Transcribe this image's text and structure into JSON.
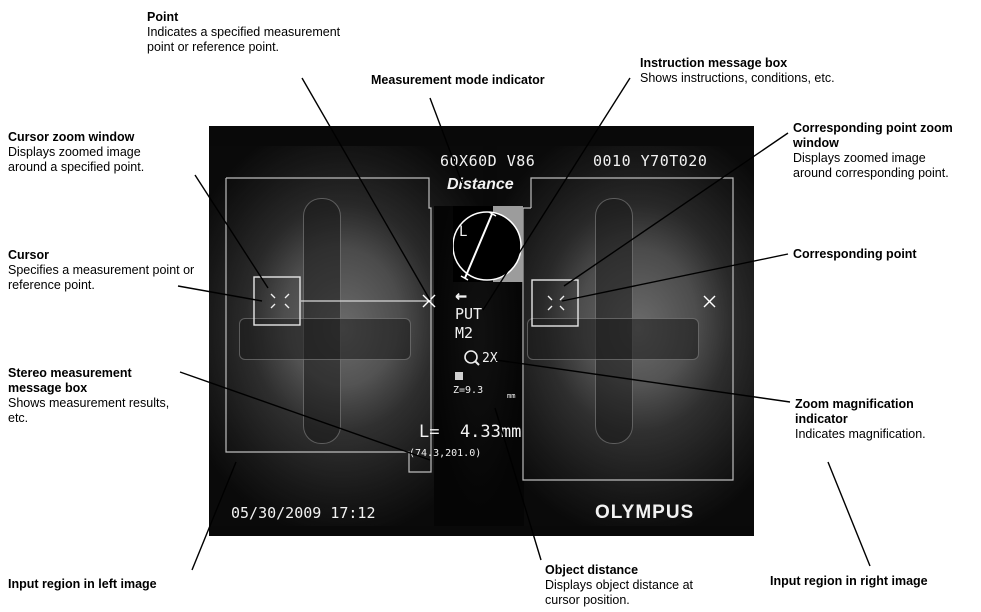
{
  "screen": {
    "header_left": "60X60D V86",
    "header_right": "0010 Y70T020",
    "mode": "Distance",
    "instruction_arrow": "←",
    "instruction_line1": "PUT",
    "instruction_line2": "M2",
    "zoom": "2X",
    "object_distance": "Z=9.3",
    "object_distance_unit": "mm",
    "result": "L=  4.33mm",
    "coords": "(74.3,201.0)",
    "datetime": "05/30/2009 17:12",
    "brand": "OLYMPUS",
    "diagram_letter": "L"
  },
  "labels": {
    "point": {
      "title": "Point",
      "desc": "Indicates a specified measurement point or reference point."
    },
    "mode_indicator": {
      "title": "Measurement mode indicator"
    },
    "instruction": {
      "title": "Instruction message box",
      "desc": "Shows instructions, conditions, etc."
    },
    "cursor_zoom": {
      "title": "Cursor zoom window",
      "desc": "Displays zoomed image around a specified point."
    },
    "corr_zoom": {
      "title": "Corresponding point zoom window",
      "desc": "Displays zoomed image around corresponding point."
    },
    "cursor": {
      "title": "Cursor",
      "desc": "Specifies a measurement point or reference point."
    },
    "corr_point": {
      "title": "Corresponding point"
    },
    "stereo_msg": {
      "title": "Stereo measurement message box",
      "desc": "Shows measurement results, etc."
    },
    "zoom_mag": {
      "title": "Zoom magnification indicator",
      "desc": "Indicates magnification."
    },
    "object_distance": {
      "title": "Object distance",
      "desc": "Displays object distance at cursor position."
    },
    "left_region": {
      "title": "Input region in left image"
    },
    "right_region": {
      "title": "Input region in right image"
    }
  },
  "colors": {
    "screen_bg": "#090909",
    "osd_text": "#f2f2f2",
    "callout_line": "#000000"
  }
}
